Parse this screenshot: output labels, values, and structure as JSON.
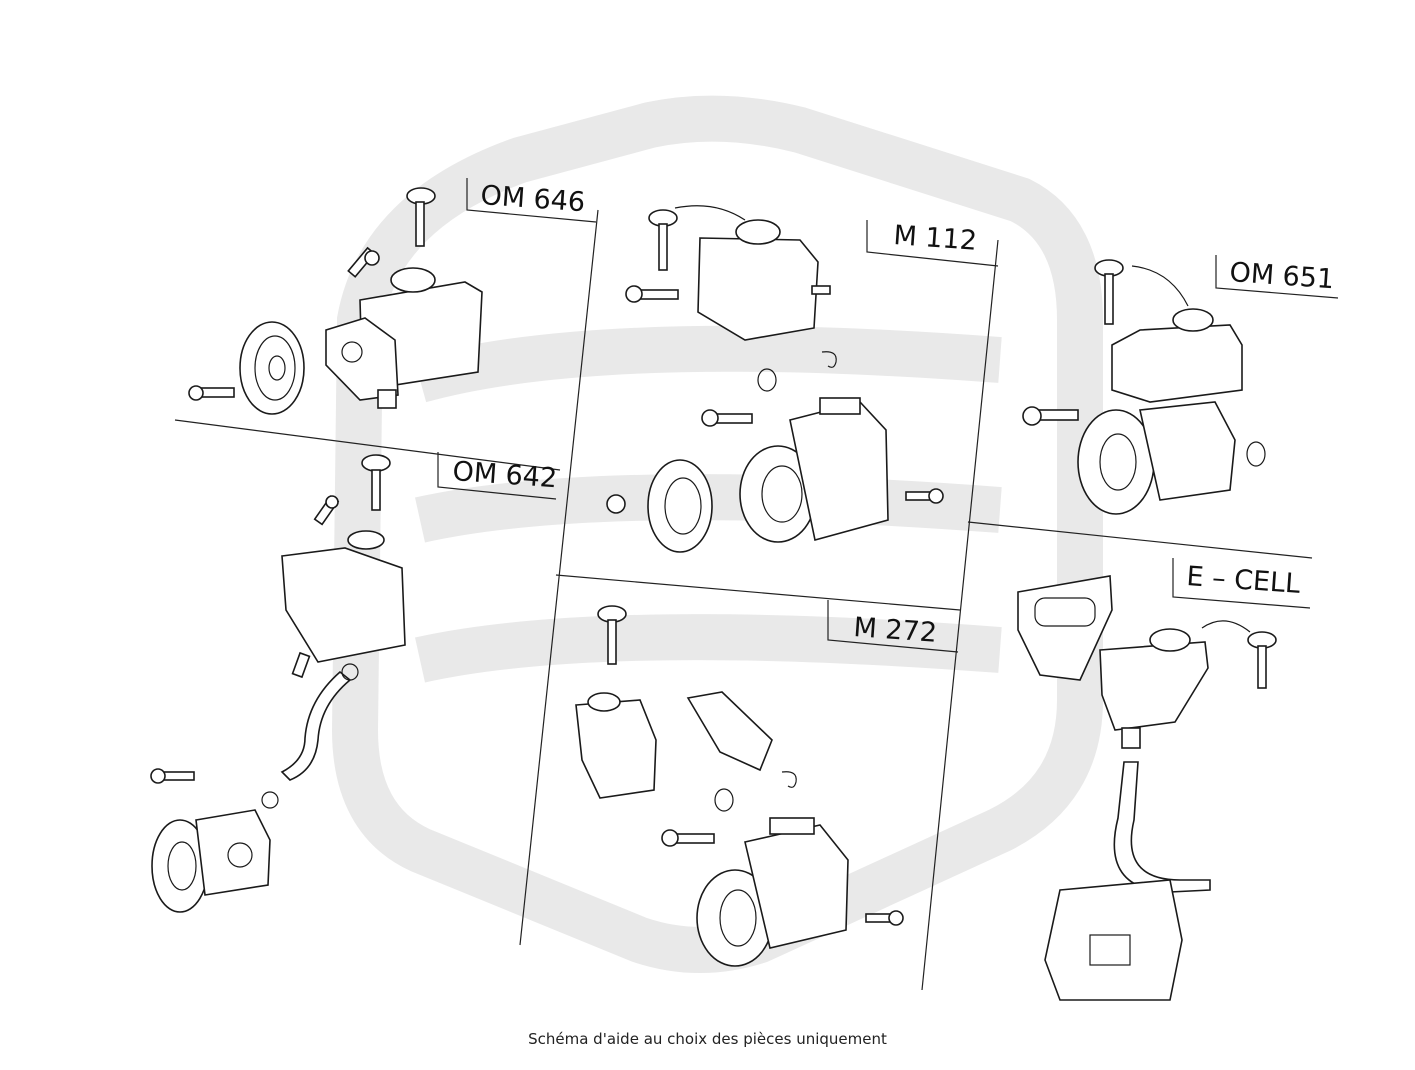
{
  "engines": [
    {
      "id": "om646",
      "label": "OM 646"
    },
    {
      "id": "om642",
      "label": "OM 642"
    },
    {
      "id": "m112",
      "label": "M 112"
    },
    {
      "id": "m272",
      "label": "M 272"
    },
    {
      "id": "om651",
      "label": "OM 651"
    },
    {
      "id": "ecell",
      "label": "E – CELL"
    }
  ],
  "caption": "Schéma d'aide au choix des pièces uniquement"
}
